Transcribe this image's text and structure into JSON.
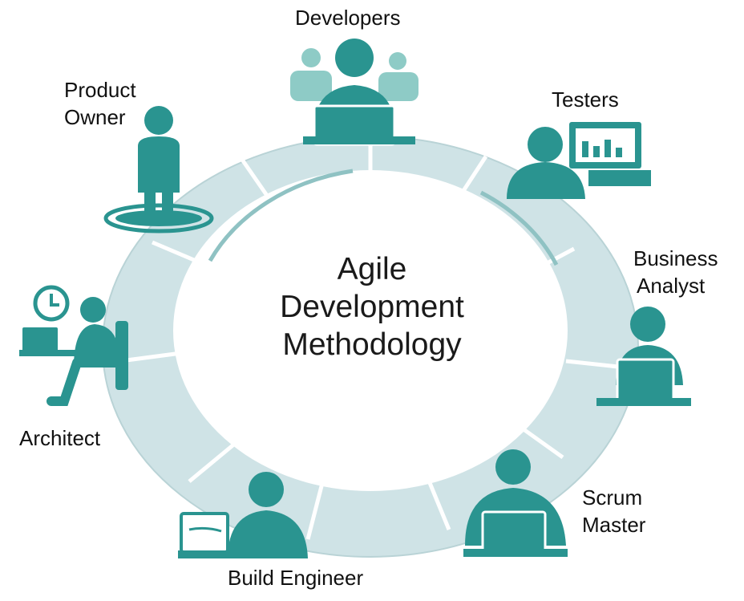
{
  "center": {
    "line1": "Agile",
    "line2": "Development",
    "line3": "Methodology"
  },
  "roles": {
    "developers": "Developers",
    "testers": "Testers",
    "business_analyst_1": "Business",
    "business_analyst_2": "Analyst",
    "scrum_master_1": "Scrum",
    "scrum_master_2": "Master",
    "build_engineer": "Build Engineer",
    "architect": "Architect",
    "product_owner_1": "Product",
    "product_owner_2": "Owner"
  },
  "colors": {
    "teal": "#2a9490",
    "teal_light": "#8ecbc6",
    "ring": "#cfe3e6",
    "ring_edge": "#ffffff"
  },
  "icons": [
    "developers-icon",
    "testers-icon",
    "business-analyst-icon",
    "scrum-master-icon",
    "build-engineer-icon",
    "architect-icon",
    "product-owner-icon"
  ]
}
